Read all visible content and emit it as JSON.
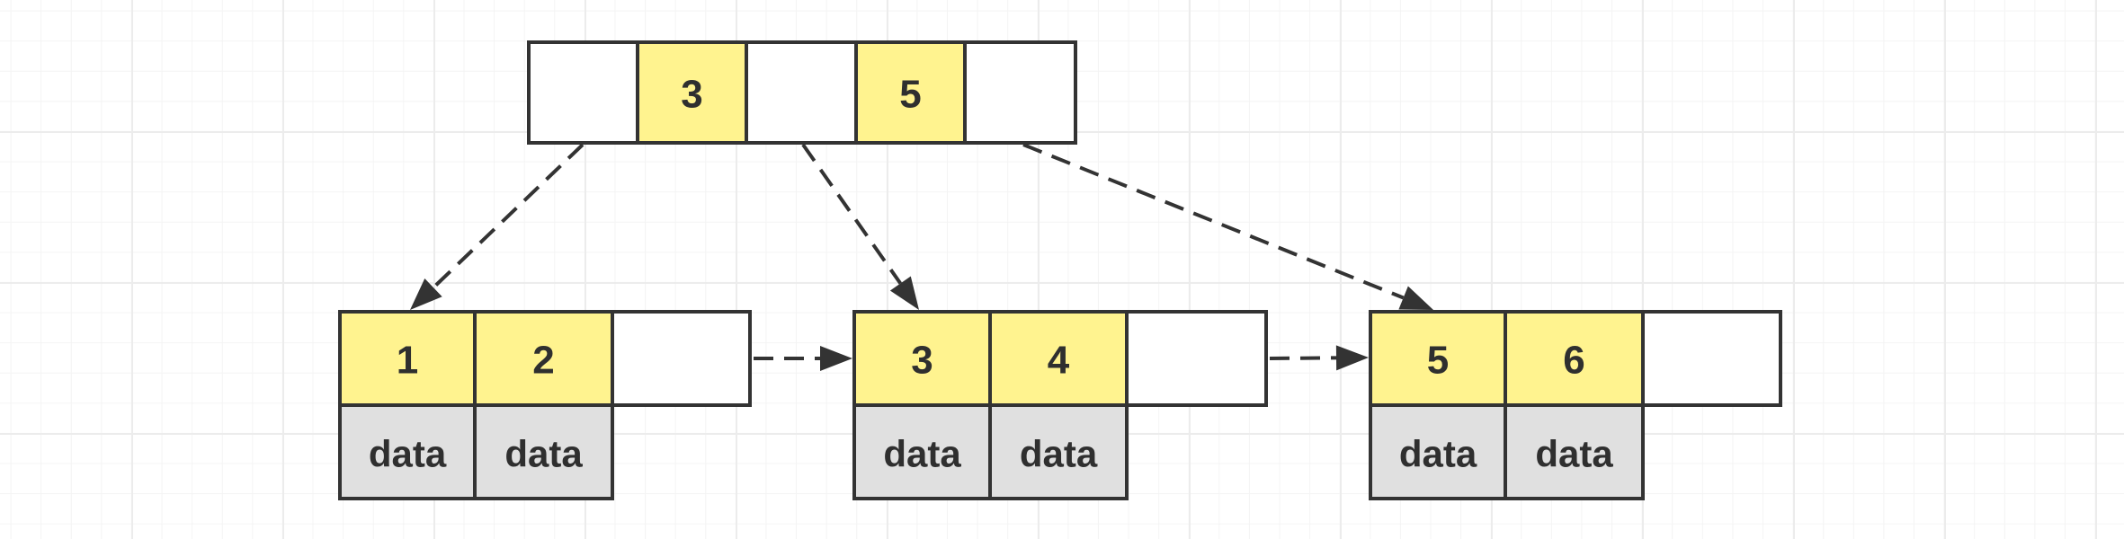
{
  "colors": {
    "key_fill": "#fff38f",
    "data_fill": "#e0e0e0",
    "empty_fill": "#ffffff",
    "stroke": "#333333"
  },
  "root": {
    "cells": [
      {
        "label": "",
        "filled": false
      },
      {
        "label": "3",
        "filled": true
      },
      {
        "label": "",
        "filled": false
      },
      {
        "label": "5",
        "filled": true
      },
      {
        "label": "",
        "filled": false
      }
    ]
  },
  "leaves": [
    {
      "keys": [
        {
          "label": "1",
          "filled": true
        },
        {
          "label": "2",
          "filled": true
        },
        {
          "label": "",
          "filled": false
        }
      ],
      "data": [
        "data",
        "data"
      ]
    },
    {
      "keys": [
        {
          "label": "3",
          "filled": true
        },
        {
          "label": "4",
          "filled": true
        },
        {
          "label": "",
          "filled": false
        }
      ],
      "data": [
        "data",
        "data"
      ]
    },
    {
      "keys": [
        {
          "label": "5",
          "filled": true
        },
        {
          "label": "6",
          "filled": true
        },
        {
          "label": "",
          "filled": false
        }
      ],
      "data": [
        "data",
        "data"
      ]
    }
  ],
  "edges": [
    {
      "from": "root-pointer-0",
      "to": "leaf-0",
      "style": "dashed-arrow"
    },
    {
      "from": "root-pointer-2",
      "to": "leaf-1",
      "style": "dashed-arrow"
    },
    {
      "from": "root-pointer-4",
      "to": "leaf-2",
      "style": "dashed-arrow"
    },
    {
      "from": "leaf-0",
      "to": "leaf-1",
      "style": "dashed-arrow"
    },
    {
      "from": "leaf-1",
      "to": "leaf-2",
      "style": "dashed-arrow"
    }
  ]
}
